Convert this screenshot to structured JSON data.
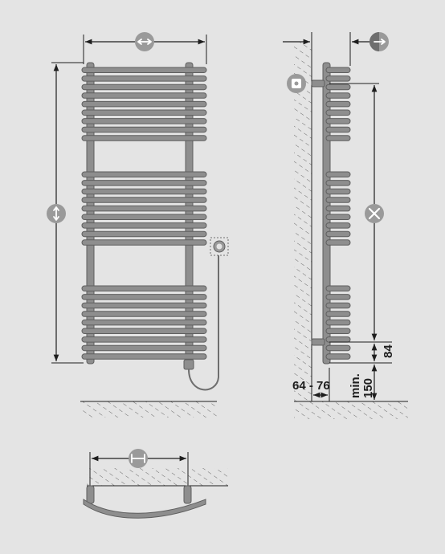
{
  "dimensions": {
    "wall_clearance": "64 - 76",
    "min_floor_clearance_prefix": "min.",
    "min_floor_clearance_value": "150",
    "lower_offset": "84"
  },
  "icons": {
    "width": "width-arrows-icon",
    "height": "height-arrows-icon",
    "depth": "depth-arrow-icon",
    "bracket_spacing": "bracket-spacing-x-icon",
    "mount_spacing": "mount-spacing-icon",
    "wall_bracket": "wall-bracket-icon",
    "socket": "power-socket-icon"
  },
  "colors": {
    "background": "#e4e4e4",
    "tube": "#8e8e8e",
    "tube_outline": "#5f5f5f",
    "icon_fill": "#9a9a9a",
    "line": "#1e1e1e"
  }
}
